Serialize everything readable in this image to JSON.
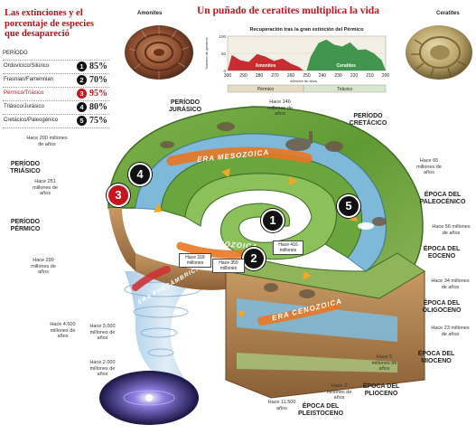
{
  "extinctions": {
    "title": "Las extinciones y el porcentaje de especies que desapareció",
    "header": "PERÍODO",
    "rows": [
      {
        "label": "Ordovícico/Silúrico",
        "num": "1",
        "pct": "85%",
        "highlight": false
      },
      {
        "label": "Frasnian/Famennian",
        "num": "2",
        "pct": "70%",
        "highlight": false
      },
      {
        "label": "Pérmico/Triásico",
        "num": "3",
        "pct": "95%",
        "highlight": true
      },
      {
        "label": "Triásico/Jurásico",
        "num": "4",
        "pct": "80%",
        "highlight": false
      },
      {
        "label": "Cretácico/Paleogénico",
        "num": "5",
        "pct": "75%",
        "highlight": false
      }
    ]
  },
  "fossils": {
    "left": "Amonites",
    "right": "Ceratites"
  },
  "main_title": "Un puñado de ceratites multiplica la vida",
  "chart_data": {
    "type": "bar",
    "title": "Recuperación tras la gran extinción del Pérmico",
    "ylabel": "Número de géneros",
    "yticks": [
      "100",
      "50",
      "0"
    ],
    "xticks": [
      "300",
      "290",
      "280",
      "270",
      "260",
      "250",
      "240",
      "230",
      "220",
      "210",
      "200"
    ],
    "xunit": "millones de años",
    "series": [
      {
        "name": "Amonites",
        "x_range": [
          300,
          252
        ],
        "values": [
          45,
          30,
          25,
          48,
          40,
          28,
          35,
          20,
          10
        ]
      },
      {
        "name": "Ceratites",
        "x_range": [
          250,
          200
        ],
        "values": [
          40,
          80,
          90,
          75,
          70,
          82,
          60,
          62,
          50,
          30
        ]
      }
    ],
    "period_bands": [
      "Pérmico",
      "Triásico"
    ]
  },
  "eras": {
    "mesozoic": "ERA MESOZOICA",
    "paleozoic": "ERA PALEOZOICA",
    "cenozoic": "ERA CENOZOICA",
    "precambrian": "ERA PRECÁMBRICA"
  },
  "periods": {
    "jurasico": "PERÍODO JURÁSICO",
    "cretacico": "PERÍODO CRETÁCICO",
    "triasico": "PERÍODO TRIÁSICO",
    "permico": "PERÍODO PÉRMICO",
    "paleoceno": "ÉPOCA DEL PALEOCÉNICO",
    "eoceno": "ÉPOCA DEL EOCENO",
    "oligoceno": "ÉPOCA DEL OLIGOCENO",
    "mioceno": "ÉPOCA DEL MIOCENO",
    "plioceno": "ÉPOCA DEL PLIOCENO",
    "pleistoceno": "ÉPOCA DEL PLEISTOCENO"
  },
  "notes": {
    "n146": "Hace 146 millones de años",
    "n200": "Hace 200 millones de años",
    "n251": "Hace 251 millones de años",
    "n299": "Hace 299 millones de años",
    "n65": "Hace 65 millones de años",
    "n56": "Hace 56 millones de años",
    "n34": "Hace 34 millones de años",
    "n23": "Hace 23 millones de años",
    "n5": "Hace 5 millones de años",
    "n2": "Hace 2 millones de años",
    "n11500": "Hace 11.500 años",
    "n4500": "Hace 4.500 millones de años",
    "n3000": "Hace 3.000 millones de años",
    "n2000": "Hace 2.000 millones de años",
    "n318": "Hace 318 millones",
    "n359": "Hace 359 millones",
    "n416": "Hace 416 millones"
  },
  "markers": [
    "1",
    "2",
    "3",
    "4",
    "5"
  ]
}
